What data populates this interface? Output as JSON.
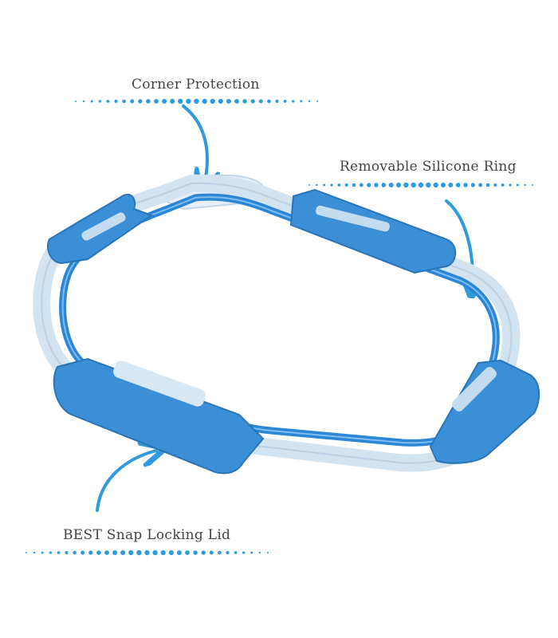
{
  "annotations": {
    "corner": "Corner Protection",
    "ring": "Removable Silicone Ring",
    "lid": "BEST Snap Locking Lid"
  },
  "colors": {
    "accent_blue": "#2f9bdc",
    "clip_blue": "#3b8fd6",
    "seal_blue": "#2b86d6",
    "frame_clear": "#d6e6f2",
    "text": "#444444"
  }
}
